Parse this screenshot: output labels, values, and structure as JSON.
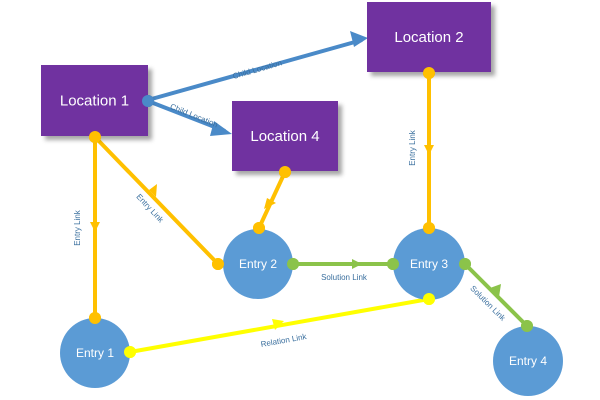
{
  "diagram": {
    "locations": {
      "location_1": "Location 1",
      "location_2": "Location 2",
      "location_4": "Location 4"
    },
    "entries": {
      "entry_1": "Entry 1",
      "entry_2": "Entry 2",
      "entry_3": "Entry 3",
      "entry_4": "Entry 4"
    },
    "links": {
      "child_location_a": "Child Location",
      "child_location_b": "Child Location",
      "entry_link_loc1_entry1": "Entry Link",
      "entry_link_loc1_entry2": "Entry Link",
      "entry_link_loc2_entry3": "Entry Link",
      "solution_link_entry2_entry3": "Solution Link",
      "solution_link_entry3_entry4": "Solution Link",
      "relation_link_entry1_entry3": "Relation Link"
    },
    "colors": {
      "location_fill": "#7030a0",
      "entry_fill": "#5b9bd5",
      "child_link": "#4a8ac8",
      "entry_link": "#ffc000",
      "solution_link": "#8bc34a",
      "relation_link": "#ffff00"
    }
  }
}
